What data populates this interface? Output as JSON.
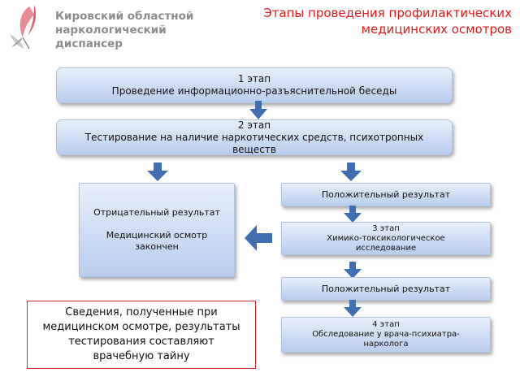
{
  "header": {
    "org_lines": [
      "Кировский областной",
      "наркологический",
      "диспансер"
    ],
    "title_lines": [
      "Этапы проведения профилактических",
      "медицинских осмотров"
    ]
  },
  "stages": {
    "stage1": {
      "label": "1 этап",
      "text": "Проведение информационно-разъяснительной беседы"
    },
    "stage2": {
      "label": "2 этап",
      "text_lines": [
        "Тестирование на наличие наркотических средств, психотропных",
        "веществ"
      ]
    },
    "negative": {
      "lines": [
        "Отрицательный результат",
        "",
        "Медицинский осмотр",
        "закончен"
      ]
    },
    "positive1": {
      "text": "Положительный  результат"
    },
    "stage3": {
      "label": "3 этап",
      "text_lines": [
        "Химико-токсикологическое",
        "исследование"
      ]
    },
    "positive2": {
      "text": "Положительный  результат"
    },
    "stage4": {
      "label": "4 этап",
      "text_lines": [
        "Обследование у врача-психиатра-",
        "нарколога"
      ]
    }
  },
  "note": {
    "lines": [
      "Сведения, полученные при",
      "медицинском осмотре, результаты",
      "тестирования составляют",
      "врачебную тайну"
    ]
  },
  "colors": {
    "title": "#e01a1a",
    "arrow": "#3f6fb0",
    "note_border": "#cc2a2a",
    "org_text": "#8c8c8c"
  }
}
